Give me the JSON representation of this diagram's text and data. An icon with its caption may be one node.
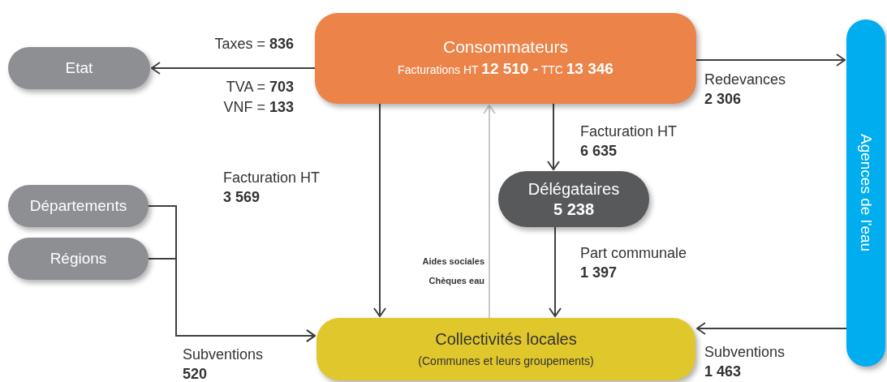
{
  "diagram": {
    "nodes": [
      {
        "text": [
          "Consommateurs",
          "Facturations HT **12 510 -** TTC **13 346**"
        ]
      },
      {
        "text": [
          "Etat"
        ]
      },
      {
        "text": [
          "Agences de l'eau"
        ]
      },
      {
        "text": [
          "Délégataires",
          "5 238"
        ]
      },
      {
        "text": [
          "Départements"
        ]
      },
      {
        "text": [
          "Régions"
        ]
      },
      {
        "text": [
          "Collectivités locales",
          "(Communes et leurs groupements)"
        ]
      }
    ],
    "edges": [
      {
        "from": 0,
        "to": 1,
        "arrow": "to",
        "label": "Taxes = **836**"
      },
      {
        "from": 0,
        "to": 2,
        "arrow": "to",
        "label": "Redevances **2 306**"
      },
      {
        "from": 0,
        "to": 6,
        "arrow": "to",
        "label": "Facturation HT **3 569**"
      },
      {
        "from": 0,
        "to": 3,
        "arrow": "to",
        "label": "Facturation HT **6 635**"
      },
      {
        "from": 3,
        "to": 6,
        "arrow": "to",
        "label": "Part communale **1 397**"
      },
      {
        "from": 6,
        "to": 0,
        "arrow": "to",
        "label": "Aides sociales Chèques eau",
        "color": "#c8c8c8"
      },
      {
        "from": 4,
        "to": 6,
        "arrow": "to"
      },
      {
        "from": 5,
        "to": 6,
        "arrow": "to",
        "label": "Subventions **520**"
      },
      {
        "from": 2,
        "to": 6,
        "arrow": "to",
        "label": "Subventions **1 463**"
      }
    ],
    "labels": [
      "TVA = **703**",
      "VNF = **133**"
    ]
  }
}
